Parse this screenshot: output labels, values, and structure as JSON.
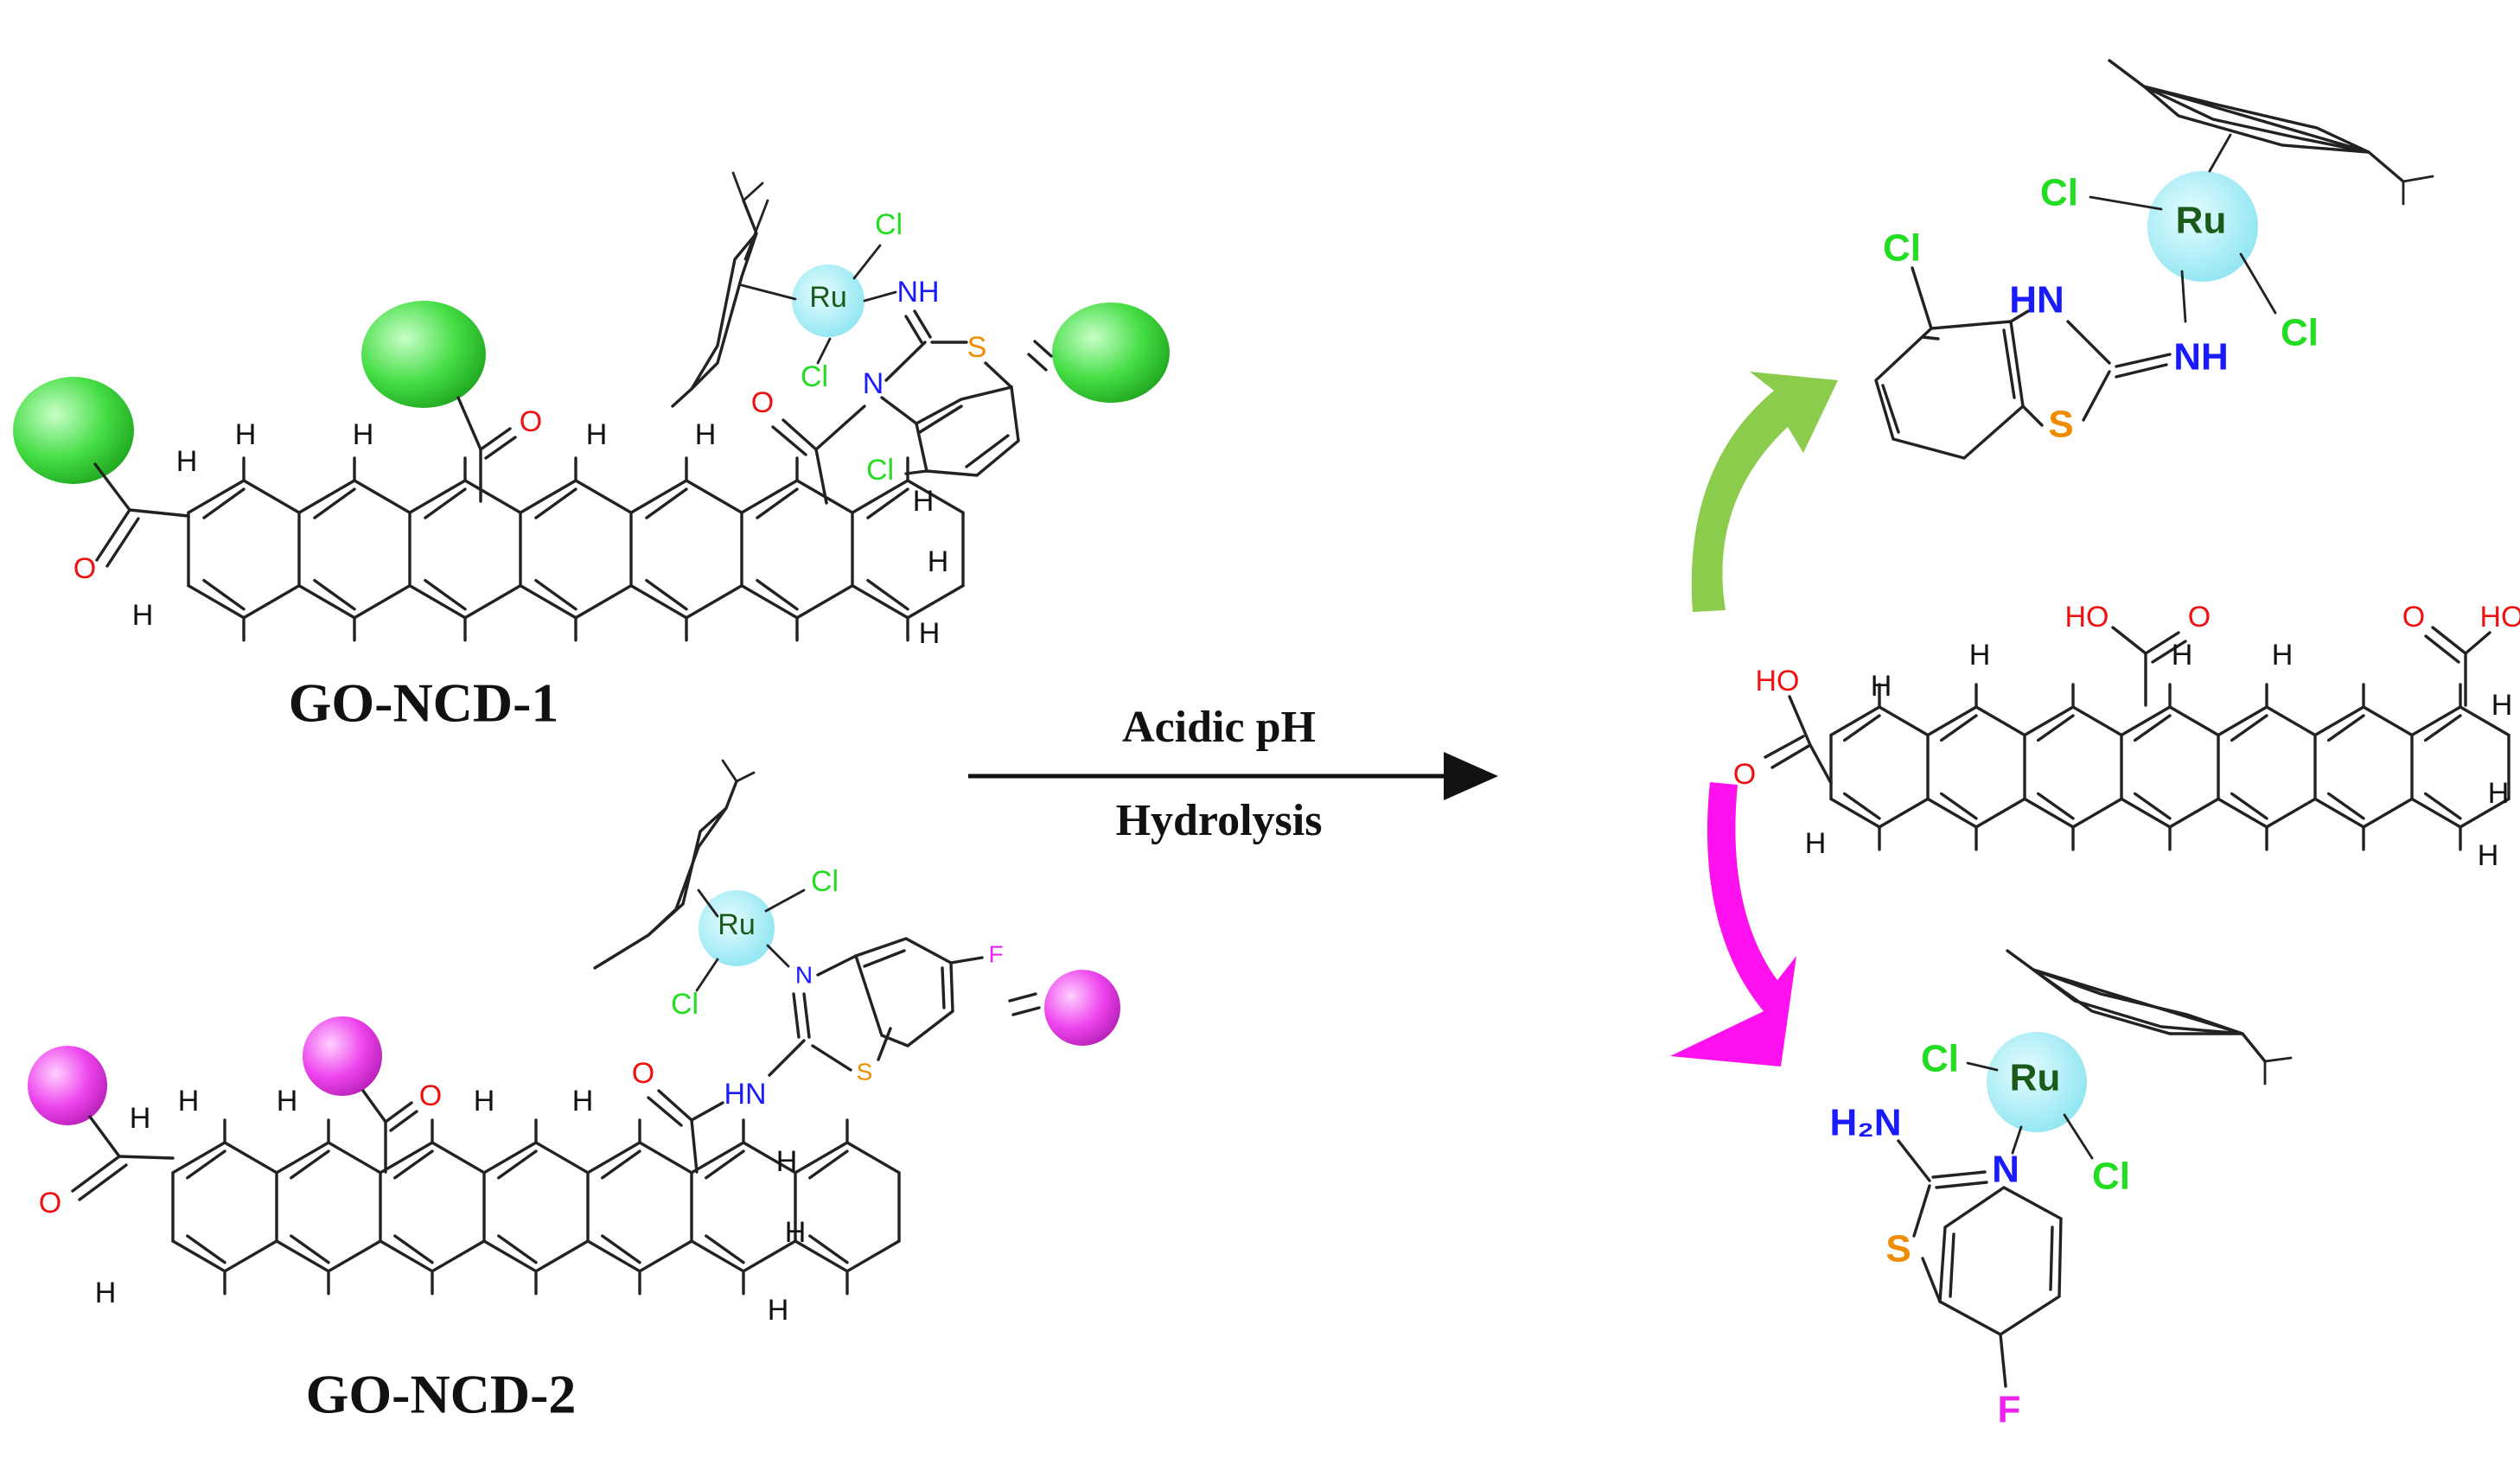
{
  "labels": {
    "compound_1": "GO-NCD-1",
    "compound_2": "GO-NCD-2",
    "condition_top": "Acidic pH",
    "condition_bottom": "Hydrolysis"
  },
  "atoms": {
    "H": "H",
    "O": "O",
    "Cl": "Cl",
    "Ru": "Ru",
    "N": "N",
    "S": "S",
    "F": "F",
    "NH": "NH",
    "HN": "HN",
    "HO": "HO",
    "H2N": "H₂N"
  },
  "colors": {
    "chlorine": "#22dd22",
    "ruthenium_text": "#1a5a1a",
    "ruthenium_sphere": "#aef0f8",
    "nitrogen": "#1a1aff",
    "sulfur": "#f08c00",
    "oxygen": "#ee1111",
    "fluorine": "#ee22ee",
    "green_sphere": "#44dd44",
    "magenta_sphere": "#ee44ee",
    "green_arrow": "#8ccc4c",
    "magenta_arrow": "#ff10ee",
    "bond": "#222222"
  }
}
